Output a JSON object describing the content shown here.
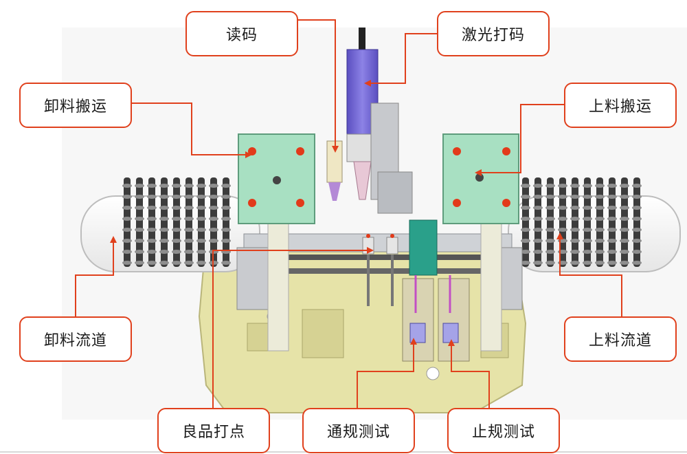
{
  "labels": {
    "read_code": "读码",
    "laser_marking": "激光打码",
    "unload_transfer": "卸料搬运",
    "load_transfer": "上料搬运",
    "unload_track": "卸料流道",
    "load_track": "上料流道",
    "good_marking": "良品打点",
    "go_test": "通规测试",
    "nogo_test": "止规测试"
  },
  "colors": {
    "callout_border": "#e0401c",
    "leader_line": "#e0401c",
    "base_plate": "#e6e3a8",
    "gripper_plate": "#a8e0c2",
    "laser_head": "#7b6fd6",
    "conveyor": "#3c3c3c"
  }
}
